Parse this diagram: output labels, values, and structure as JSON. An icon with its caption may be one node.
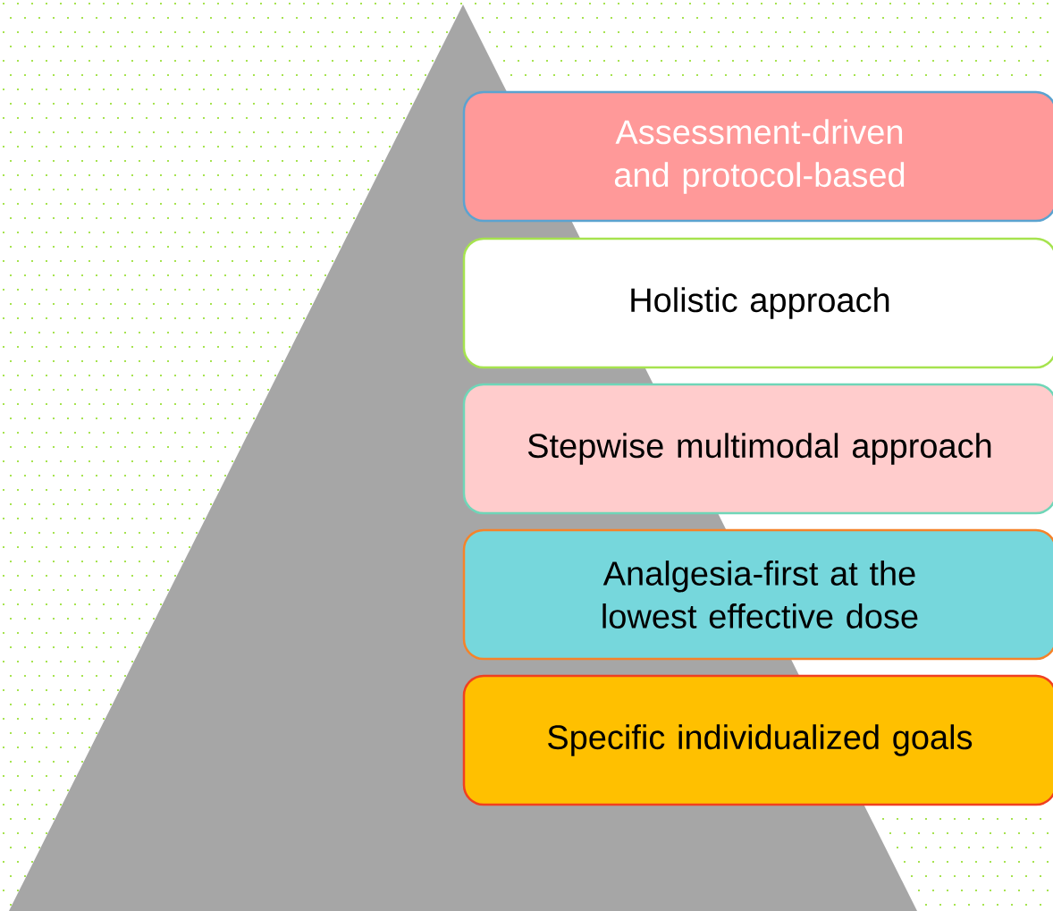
{
  "diagram": {
    "nodes": [
      {
        "text": [
          "Assessment-driven and protocol-based"
        ]
      },
      {
        "text": [
          "Holistic approach"
        ]
      },
      {
        "text": [
          "Stepwise multimodal approach"
        ]
      },
      {
        "text": [
          "Analgesia-first at the lowest effective dose"
        ]
      },
      {
        "text": [
          "Specific individualized goals"
        ]
      }
    ]
  }
}
